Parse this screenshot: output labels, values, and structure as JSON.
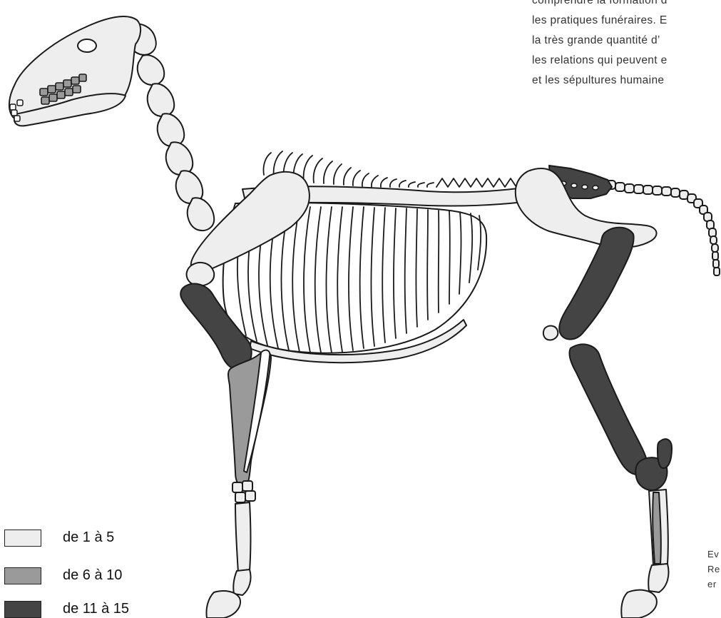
{
  "colors": {
    "light": "#eeeeee",
    "medium": "#9a9a9a",
    "dark": "#444444",
    "outline": "#1a1a1a"
  },
  "text_block": {
    "lines": [
      "comprendre la formation d",
      "les pratiques funéraires. E",
      "la très grande quantité d’",
      "les relations qui peuvent e",
      "et les sépultures humaine"
    ]
  },
  "legend": {
    "items": [
      {
        "label": "de 1 à 5",
        "color": "#eeeeee"
      },
      {
        "label": "de 6 à 10",
        "color": "#9a9a9a"
      },
      {
        "label": "de 11 à 15",
        "color": "#444444"
      }
    ]
  },
  "caption": {
    "fragments": [
      "Ev",
      "Re",
      "er"
    ]
  }
}
